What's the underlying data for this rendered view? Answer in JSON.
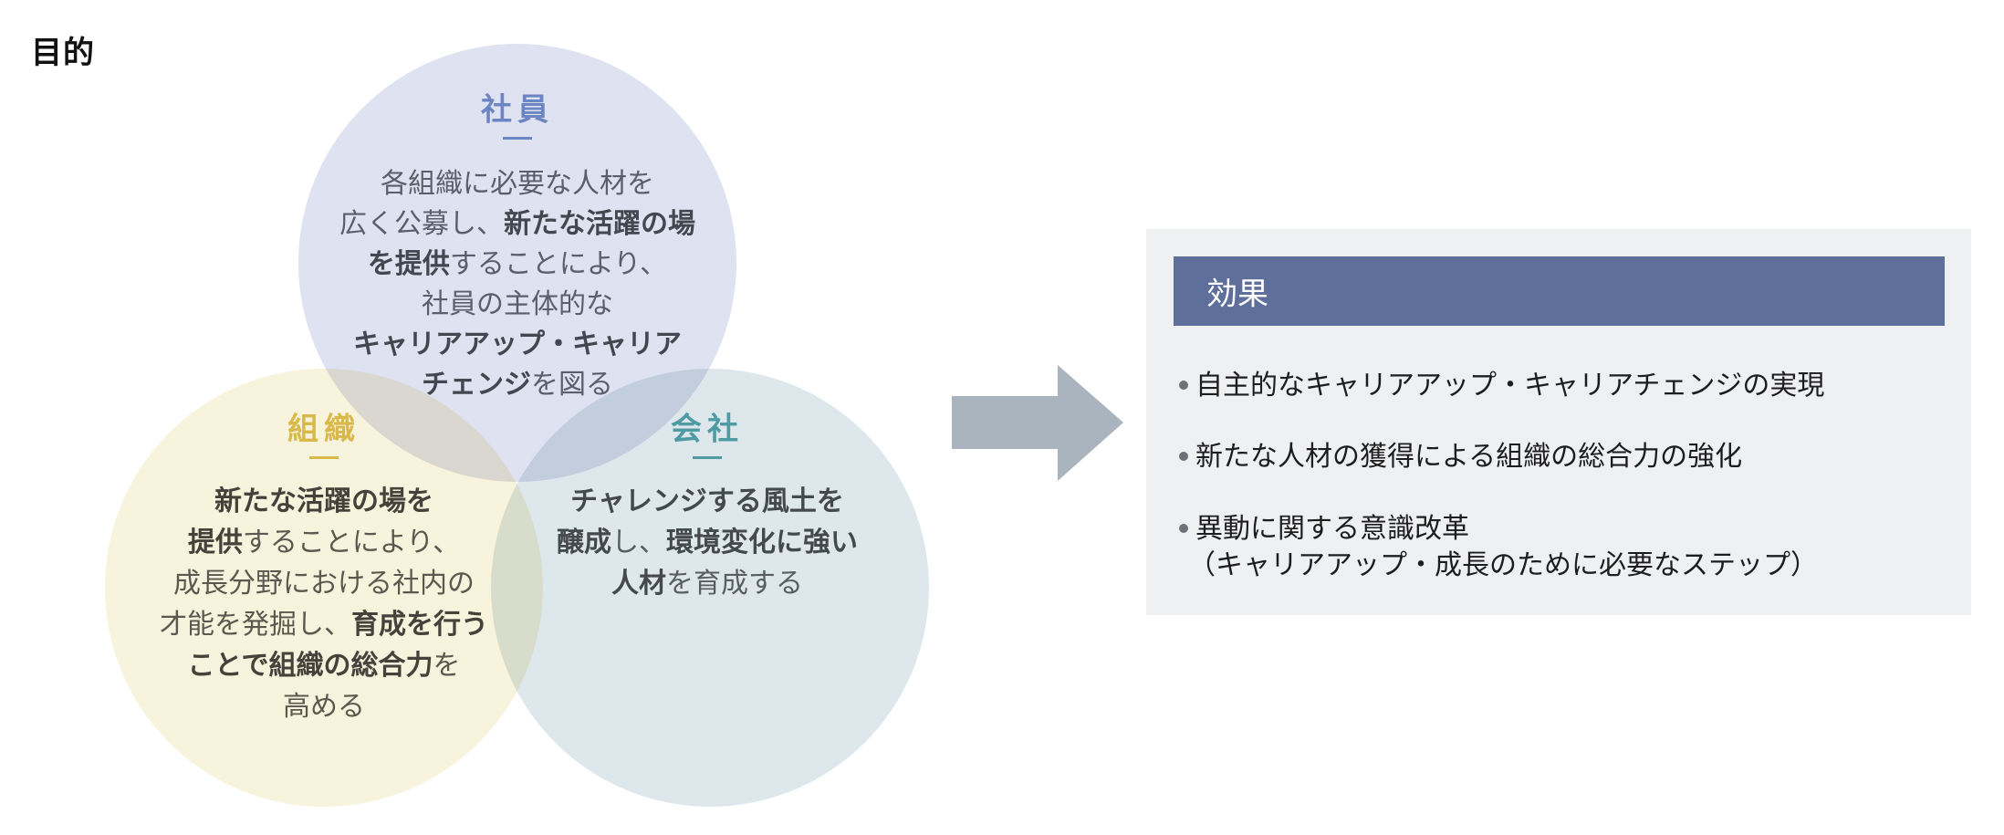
{
  "page": {
    "title": "目的"
  },
  "colors": {
    "employee_circle": "#dfe2f0",
    "organization_circle": "#f7f3dc",
    "company_circle": "#dfe8ec",
    "employee_title": "#6c86c4",
    "organization_title": "#d8b94a",
    "company_title": "#4e9ba3",
    "arrow": "#aab4bf",
    "panel_bg": "#eff0f2",
    "panel_header": "#5f6f9b"
  },
  "venn": {
    "employee": {
      "title": "社員",
      "lines": [
        [
          {
            "t": "各組織に必要な人材を",
            "b": false
          }
        ],
        [
          {
            "t": "広く公募し、",
            "b": false
          },
          {
            "t": "新たな活躍の場",
            "b": true
          }
        ],
        [
          {
            "t": "を提供",
            "b": true
          },
          {
            "t": "することにより、",
            "b": false
          }
        ],
        [
          {
            "t": "社員の主体的な",
            "b": false
          }
        ],
        [
          {
            "t": "キャリアアップ・キャリア",
            "b": true
          }
        ],
        [
          {
            "t": "チェンジ",
            "b": true
          },
          {
            "t": "を図る",
            "b": false
          }
        ]
      ]
    },
    "organization": {
      "title": "組織",
      "lines": [
        [
          {
            "t": "新たな活躍の場を",
            "b": true
          }
        ],
        [
          {
            "t": "提供",
            "b": true
          },
          {
            "t": "することにより、",
            "b": false
          }
        ],
        [
          {
            "t": "成長分野における社内の",
            "b": false
          }
        ],
        [
          {
            "t": "才能を発掘し、",
            "b": false
          },
          {
            "t": "育成を行う",
            "b": true
          }
        ],
        [
          {
            "t": "ことで組織の総合力",
            "b": true
          },
          {
            "t": "を",
            "b": false
          }
        ],
        [
          {
            "t": "高める",
            "b": false
          }
        ]
      ]
    },
    "company": {
      "title": "会社",
      "lines": [
        [
          {
            "t": "チャレンジする風土を",
            "b": true
          }
        ],
        [
          {
            "t": "醸成",
            "b": true
          },
          {
            "t": "し、",
            "b": false
          },
          {
            "t": "環境変化に強い",
            "b": true
          }
        ],
        [
          {
            "t": "人材",
            "b": true
          },
          {
            "t": "を育成する",
            "b": false
          }
        ]
      ]
    }
  },
  "arrow_icon": "right-arrow-icon",
  "effects": {
    "header": "効果",
    "items": [
      {
        "lines": [
          "自主的なキャリアアップ・キャリアチェンジの実現"
        ]
      },
      {
        "lines": [
          "新たな人材の獲得による組織の総合力の強化"
        ]
      },
      {
        "lines": [
          "異動に関する意識改革",
          "（キャリアアップ・成長のために必要なステップ）"
        ]
      }
    ]
  }
}
